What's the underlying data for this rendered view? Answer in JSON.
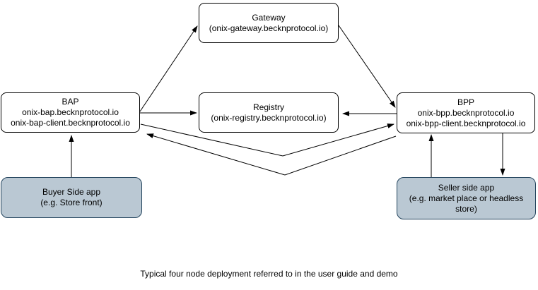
{
  "caption": "Typical four node deployment referred to in the user guide and demo",
  "colors": {
    "background": "#ffffff",
    "node_fill": "#ffffff",
    "node_stroke": "#000000",
    "app_fill": "#bac8d3",
    "app_stroke": "#23445d",
    "arrow": "#000000",
    "text": "#000000"
  },
  "nodes": {
    "gateway": {
      "title": "Gateway",
      "subtitle": "(onix-gateway.becknprotocol.io)"
    },
    "bap": {
      "title": "BAP",
      "line1": "onix-bap.becknprotocol.io",
      "line2": "onix-bap-client.becknprotocol.io"
    },
    "registry": {
      "title": "Registry",
      "subtitle": "(onix-registry.becknprotocol.io)"
    },
    "bpp": {
      "title": "BPP",
      "line1": "onix-bpp.becknprotocol.io",
      "line2": "onix-bpp-client.becknprotocol.io"
    },
    "buyer_app": {
      "title": "Buyer Side app",
      "subtitle": "(e.g. Store front)"
    },
    "seller_app": {
      "title": "Seller side app",
      "subtitle": "(e.g. market place or headless store)"
    }
  },
  "edges": [
    {
      "from": "Buyer Side app",
      "to": "BAP",
      "arrow": "one-way"
    },
    {
      "from": "BAP",
      "to": "Gateway",
      "arrow": "one-way"
    },
    {
      "from": "Gateway",
      "to": "BPP",
      "arrow": "one-way"
    },
    {
      "from": "BAP",
      "to": "Registry",
      "arrow": "one-way"
    },
    {
      "from": "BPP",
      "to": "Registry",
      "arrow": "one-way"
    },
    {
      "from": "BAP",
      "to": "BPP",
      "arrow": "one-way"
    },
    {
      "from": "BPP",
      "to": "BAP",
      "arrow": "one-way"
    },
    {
      "from": "Seller side app",
      "to": "BPP",
      "arrow": "one-way"
    },
    {
      "from": "BPP",
      "to": "Seller side app",
      "arrow": "one-way"
    }
  ]
}
